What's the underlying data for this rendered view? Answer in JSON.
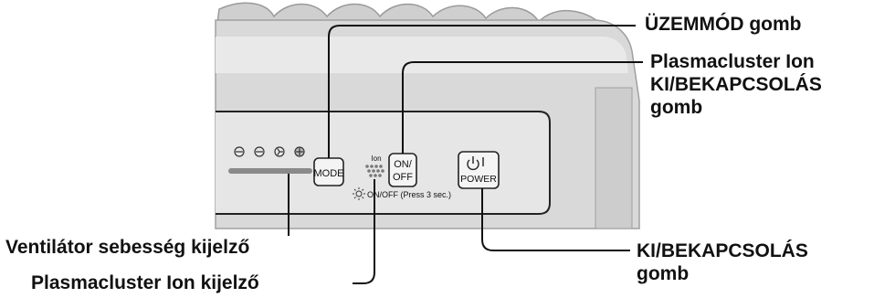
{
  "callouts": {
    "mode_button": "ÜZEMMÓD gomb",
    "ion_button": [
      "Plasmacluster Ion",
      "KI/BEKAPCSOLÁS",
      "gomb"
    ],
    "power_button": [
      "KI/BEKAPCSOLÁS",
      "gomb"
    ],
    "fan_indicator": "Ventilátor sebesség kijelző",
    "ion_indicator": "Plasmacluster Ion kijelző"
  },
  "panel": {
    "mode_label": "MODE",
    "ion_label_line1": "ON/",
    "ion_label_line2": "OFF",
    "power_symbol": "⏻ |",
    "power_label": "POWER",
    "ion_small_label": "Ion",
    "press_hint": "ON/OFF (Press 3 sec.)"
  },
  "fan_icons": [
    "fan-speed-auto-icon",
    "fan-speed-low-icon",
    "fan-speed-medium-icon",
    "fan-speed-high-icon"
  ],
  "colors": {
    "device_body": "#d9d9d9",
    "device_top": "#c8c8c8",
    "panel_face": "#e6e6e6",
    "outline": "#222222"
  }
}
